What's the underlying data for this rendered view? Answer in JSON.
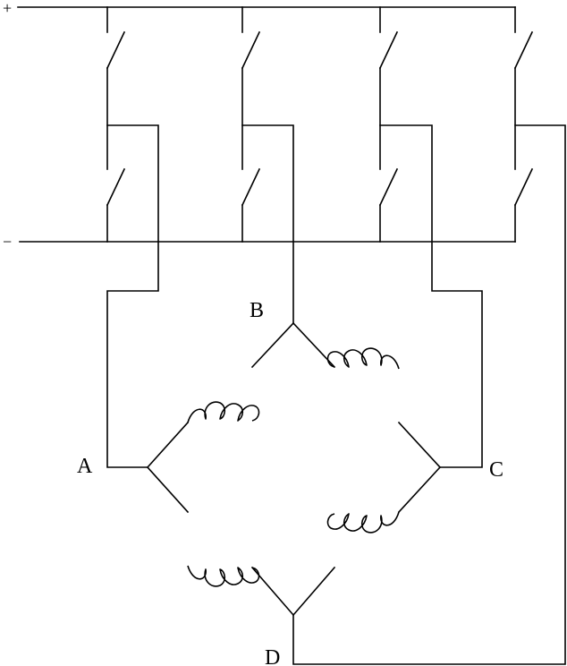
{
  "rails": {
    "positive_symbol": "+",
    "negative_symbol": "−"
  },
  "nodes": {
    "a": "A",
    "b": "B",
    "c": "C",
    "d": "D"
  },
  "colors": {
    "line": "#000000",
    "background": "#ffffff"
  }
}
